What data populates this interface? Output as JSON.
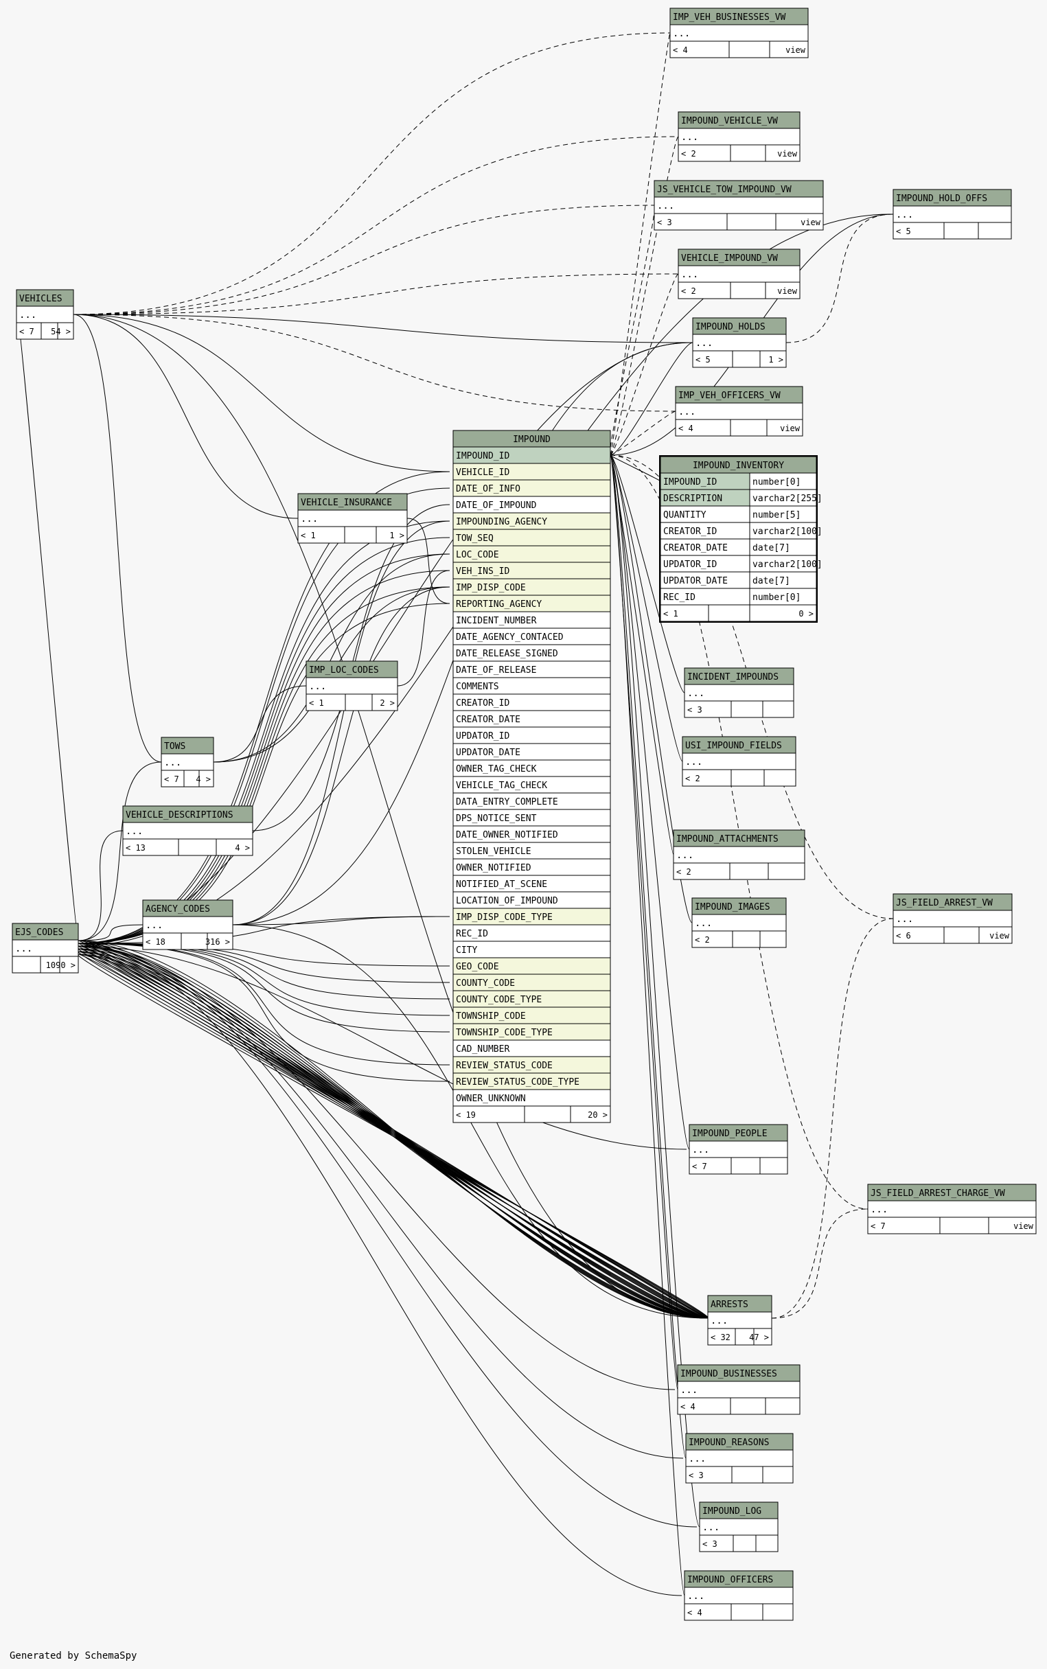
{
  "footer": "Generated by SchemaSpy",
  "colors": {
    "background": "#f7f7f7",
    "header": "#9aab96",
    "key_column": "#bfd2bf",
    "fk_column": "#f4f7dc",
    "plain_column": "#ffffff",
    "line": "#000000"
  },
  "main_table": {
    "name": "IMPOUND",
    "columns": [
      {
        "name": "IMPOUND_ID",
        "kind": "pk"
      },
      {
        "name": "VEHICLE_ID",
        "kind": "fk"
      },
      {
        "name": "DATE_OF_INFO",
        "kind": "fk"
      },
      {
        "name": "DATE_OF_IMPOUND",
        "kind": "plain"
      },
      {
        "name": "IMPOUNDING_AGENCY",
        "kind": "fk"
      },
      {
        "name": "TOW_SEQ",
        "kind": "fk"
      },
      {
        "name": "LOC_CODE",
        "kind": "fk"
      },
      {
        "name": "VEH_INS_ID",
        "kind": "fk"
      },
      {
        "name": "IMP_DISP_CODE",
        "kind": "fk"
      },
      {
        "name": "REPORTING_AGENCY",
        "kind": "fk"
      },
      {
        "name": "INCIDENT_NUMBER",
        "kind": "plain"
      },
      {
        "name": "DATE_AGENCY_CONTACED",
        "kind": "plain"
      },
      {
        "name": "DATE_RELEASE_SIGNED",
        "kind": "plain"
      },
      {
        "name": "DATE_OF_RELEASE",
        "kind": "plain"
      },
      {
        "name": "COMMENTS",
        "kind": "plain"
      },
      {
        "name": "CREATOR_ID",
        "kind": "plain"
      },
      {
        "name": "CREATOR_DATE",
        "kind": "plain"
      },
      {
        "name": "UPDATOR_ID",
        "kind": "plain"
      },
      {
        "name": "UPDATOR_DATE",
        "kind": "plain"
      },
      {
        "name": "OWNER_TAG_CHECK",
        "kind": "plain"
      },
      {
        "name": "VEHICLE_TAG_CHECK",
        "kind": "plain"
      },
      {
        "name": "DATA_ENTRY_COMPLETE",
        "kind": "plain"
      },
      {
        "name": "DPS_NOTICE_SENT",
        "kind": "plain"
      },
      {
        "name": "DATE_OWNER_NOTIFIED",
        "kind": "plain"
      },
      {
        "name": "STOLEN_VEHICLE",
        "kind": "plain"
      },
      {
        "name": "OWNER_NOTIFIED",
        "kind": "plain"
      },
      {
        "name": "NOTIFIED_AT_SCENE",
        "kind": "plain"
      },
      {
        "name": "LOCATION_OF_IMPOUND",
        "kind": "plain"
      },
      {
        "name": "IMP_DISP_CODE_TYPE",
        "kind": "fk"
      },
      {
        "name": "REC_ID",
        "kind": "plain"
      },
      {
        "name": "CITY",
        "kind": "plain"
      },
      {
        "name": "GEO_CODE",
        "kind": "fk"
      },
      {
        "name": "COUNTY_CODE",
        "kind": "fk"
      },
      {
        "name": "COUNTY_CODE_TYPE",
        "kind": "fk"
      },
      {
        "name": "TOWNSHIP_CODE",
        "kind": "fk"
      },
      {
        "name": "TOWNSHIP_CODE_TYPE",
        "kind": "fk"
      },
      {
        "name": "CAD_NUMBER",
        "kind": "plain"
      },
      {
        "name": "REVIEW_STATUS_CODE",
        "kind": "fk"
      },
      {
        "name": "REVIEW_STATUS_CODE_TYPE",
        "kind": "fk"
      },
      {
        "name": "OWNER_UNKNOWN",
        "kind": "plain"
      }
    ],
    "footer_left": "< 19",
    "footer_right": "20 >"
  },
  "inventory_table": {
    "name": "IMPOUND_INVENTORY",
    "columns": [
      {
        "name": "IMPOUND_ID",
        "type": "number[0]",
        "kind": "pk"
      },
      {
        "name": "DESCRIPTION",
        "type": "varchar2[255]",
        "kind": "pk"
      },
      {
        "name": "QUANTITY",
        "type": "number[5]",
        "kind": "plain"
      },
      {
        "name": "CREATOR_ID",
        "type": "varchar2[100]",
        "kind": "plain"
      },
      {
        "name": "CREATOR_DATE",
        "type": "date[7]",
        "kind": "plain"
      },
      {
        "name": "UPDATOR_ID",
        "type": "varchar2[100]",
        "kind": "plain"
      },
      {
        "name": "UPDATOR_DATE",
        "type": "date[7]",
        "kind": "plain"
      },
      {
        "name": "REC_ID",
        "type": "number[0]",
        "kind": "plain"
      }
    ],
    "footer_left": "< 1",
    "footer_right": "0 >"
  },
  "tables": [
    {
      "id": "imp_veh_businesses_vw",
      "name": "IMP_VEH_BUSINESSES_VW",
      "row": "...",
      "footer": [
        "< 4",
        "view"
      ]
    },
    {
      "id": "impound_vehicle_vw",
      "name": "IMPOUND_VEHICLE_VW",
      "row": "...",
      "footer": [
        "< 2",
        "view"
      ]
    },
    {
      "id": "js_vehicle_tow_impound_vw",
      "name": "JS_VEHICLE_TOW_IMPOUND_VW",
      "row": "...",
      "footer": [
        "< 3",
        "view"
      ]
    },
    {
      "id": "impound_hold_offs",
      "name": "IMPOUND_HOLD_OFFS",
      "row": "...",
      "footer": [
        "< 5",
        ""
      ]
    },
    {
      "id": "vehicle_impound_vw",
      "name": "VEHICLE_IMPOUND_VW",
      "row": "...",
      "footer": [
        "< 2",
        "view"
      ]
    },
    {
      "id": "vehicles",
      "name": "VEHICLES",
      "row": "...",
      "footer": [
        "< 7",
        "54 >"
      ]
    },
    {
      "id": "impound_holds",
      "name": "IMPOUND_HOLDS",
      "row": "...",
      "footer": [
        "< 5",
        "1 >"
      ]
    },
    {
      "id": "imp_veh_officers_vw",
      "name": "IMP_VEH_OFFICERS_VW",
      "row": "...",
      "footer": [
        "< 4",
        "view"
      ]
    },
    {
      "id": "vehicle_insurance",
      "name": "VEHICLE_INSURANCE",
      "row": "...",
      "footer": [
        "< 1",
        "1 >"
      ]
    },
    {
      "id": "imp_loc_codes",
      "name": "IMP_LOC_CODES",
      "row": "...",
      "footer": [
        "< 1",
        "2 >"
      ]
    },
    {
      "id": "incident_impounds",
      "name": "INCIDENT_IMPOUNDS",
      "row": "...",
      "footer": [
        "< 3",
        ""
      ]
    },
    {
      "id": "usi_impound_fields",
      "name": "USI_IMPOUND_FIELDS",
      "row": "...",
      "footer": [
        "< 2",
        ""
      ]
    },
    {
      "id": "tows",
      "name": "TOWS",
      "row": "...",
      "footer": [
        "< 7",
        "4 >"
      ]
    },
    {
      "id": "vehicle_descriptions",
      "name": "VEHICLE_DESCRIPTIONS",
      "row": "...",
      "footer": [
        "< 13",
        "4 >"
      ]
    },
    {
      "id": "impound_attachments",
      "name": "IMPOUND_ATTACHMENTS",
      "row": "...",
      "footer": [
        "< 2",
        ""
      ]
    },
    {
      "id": "js_field_arrest_vw",
      "name": "JS_FIELD_ARREST_VW",
      "row": "...",
      "footer": [
        "< 6",
        "view"
      ]
    },
    {
      "id": "agency_codes",
      "name": "AGENCY_CODES",
      "row": "...",
      "footer": [
        "< 18",
        "316 >"
      ]
    },
    {
      "id": "impound_images",
      "name": "IMPOUND_IMAGES",
      "row": "...",
      "footer": [
        "< 2",
        ""
      ]
    },
    {
      "id": "ejs_codes",
      "name": "EJS_CODES",
      "row": "...",
      "footer": [
        "",
        "1090 >"
      ]
    },
    {
      "id": "impound_people",
      "name": "IMPOUND_PEOPLE",
      "row": "...",
      "footer": [
        "< 7",
        ""
      ]
    },
    {
      "id": "js_field_arrest_charge_vw",
      "name": "JS_FIELD_ARREST_CHARGE_VW",
      "row": "...",
      "footer": [
        "< 7",
        "view"
      ]
    },
    {
      "id": "arrests",
      "name": "ARRESTS",
      "row": "...",
      "footer": [
        "< 32",
        "47 >"
      ]
    },
    {
      "id": "impound_businesses",
      "name": "IMPOUND_BUSINESSES",
      "row": "...",
      "footer": [
        "< 4",
        ""
      ]
    },
    {
      "id": "impound_reasons",
      "name": "IMPOUND_REASONS",
      "row": "...",
      "footer": [
        "< 3",
        ""
      ]
    },
    {
      "id": "impound_log",
      "name": "IMPOUND_LOG",
      "row": "...",
      "footer": [
        "< 3",
        ""
      ]
    },
    {
      "id": "impound_officers",
      "name": "IMPOUND_OFFICERS",
      "row": "...",
      "footer": [
        "< 4",
        ""
      ]
    }
  ]
}
